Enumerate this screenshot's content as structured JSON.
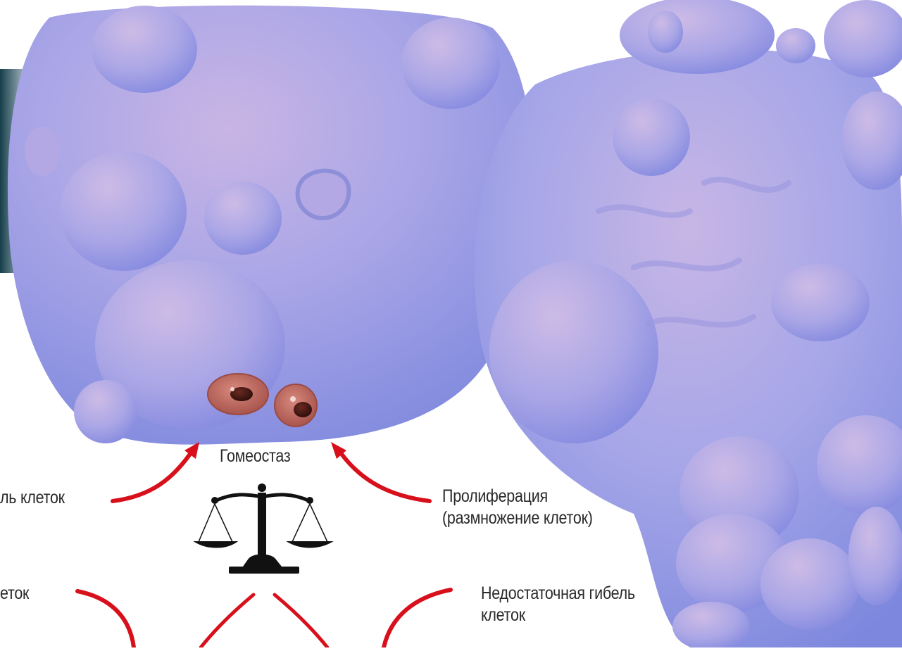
{
  "labels": {
    "homeostasis": "Гомеостаз",
    "cell_death_left": "ль клеток",
    "proliferation": [
      "Пролиферация",
      "(размножение клеток)"
    ],
    "cells_left_bottom": "еток",
    "insufficient_death": [
      "Недостаточная гибель",
      "клеток"
    ]
  },
  "colors": {
    "background": "#ffffff",
    "cell_body": "#a7a6e8",
    "cell_shadow": "#7f86dc",
    "cell_highlight": "#c6b4e3",
    "arrow": "#d8101c",
    "scales": "#111111",
    "small_cell": "#c8746a",
    "text": "#2a2a2a"
  },
  "icons": [
    "balance-scales-icon"
  ]
}
